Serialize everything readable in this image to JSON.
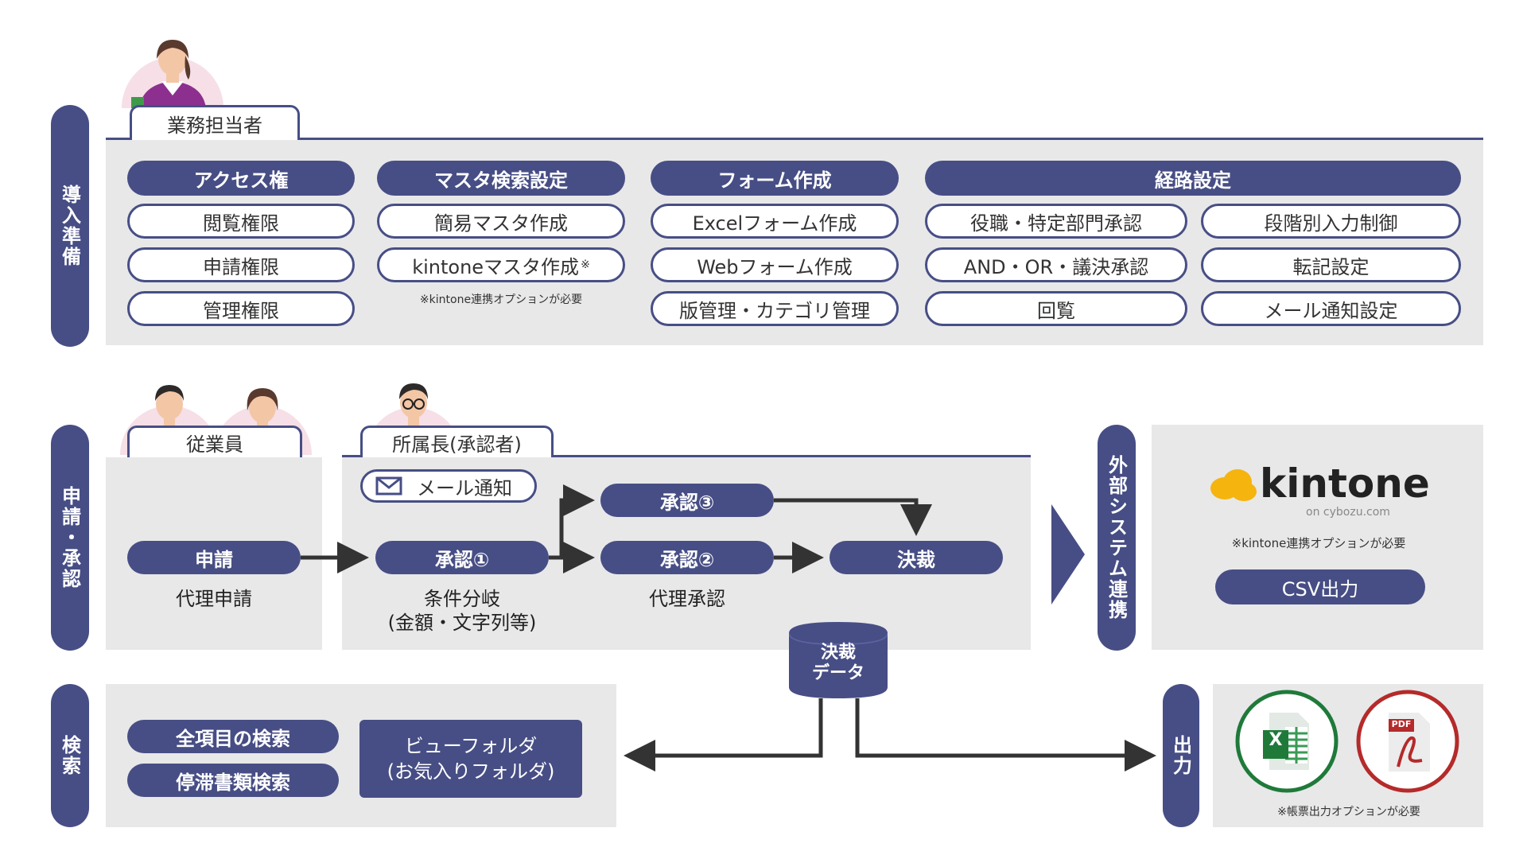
{
  "sections": {
    "setup": "導入準備",
    "apply": "申請・承認",
    "search": "検索",
    "external": "外部システム連携",
    "output": "出力"
  },
  "roles": {
    "business": "業務担当者",
    "employee": "従業員",
    "manager": "所属長(承認者)"
  },
  "setup": {
    "access": {
      "header": "アクセス権",
      "items": [
        "閲覧権限",
        "申請権限",
        "管理権限"
      ]
    },
    "master": {
      "header": "マスタ検索設定",
      "items": [
        "簡易マスタ作成",
        "kintoneマスタ作成"
      ],
      "mark": "※",
      "note": "※kintone連携オプションが必要"
    },
    "form": {
      "header": "フォーム作成",
      "items": [
        "Excelフォーム作成",
        "Webフォーム作成",
        "版管理・カテゴリ管理"
      ]
    },
    "route": {
      "header": "経路設定",
      "left": [
        "役職・特定部門承認",
        "AND・OR・議決承認",
        "回覧"
      ],
      "right": [
        "段階別入力制御",
        "転記設定",
        "メール通知設定"
      ]
    }
  },
  "flow": {
    "mail": "メール通知",
    "apply": "申請",
    "apply_note": "代理申請",
    "approve1": "承認①",
    "approve1_note1": "条件分岐",
    "approve1_note2": "(金額・文字列等)",
    "approve2": "承認②",
    "approve2_note": "代理承認",
    "approve3": "承認③",
    "decision": "決裁",
    "decision_data_1": "決裁",
    "decision_data_2": "データ"
  },
  "kintone": {
    "logo": "kintone",
    "sub": "on cybozu.com",
    "note": "※kintone連携オプションが必要",
    "csv": "CSV出力"
  },
  "search": {
    "all": "全項目の検索",
    "stalled": "停滞書類検索",
    "view1": "ビューフォルダ",
    "view2": "(お気入りフォルダ)"
  },
  "output": {
    "pdf": "PDF",
    "excel": "X",
    "note": "※帳票出力オプションが必要"
  },
  "colors": {
    "navy": "#474e85",
    "panel": "#e8e8e9",
    "arrow": "#333333",
    "excel": "#1f7a3a",
    "pdf": "#b52a2a"
  }
}
